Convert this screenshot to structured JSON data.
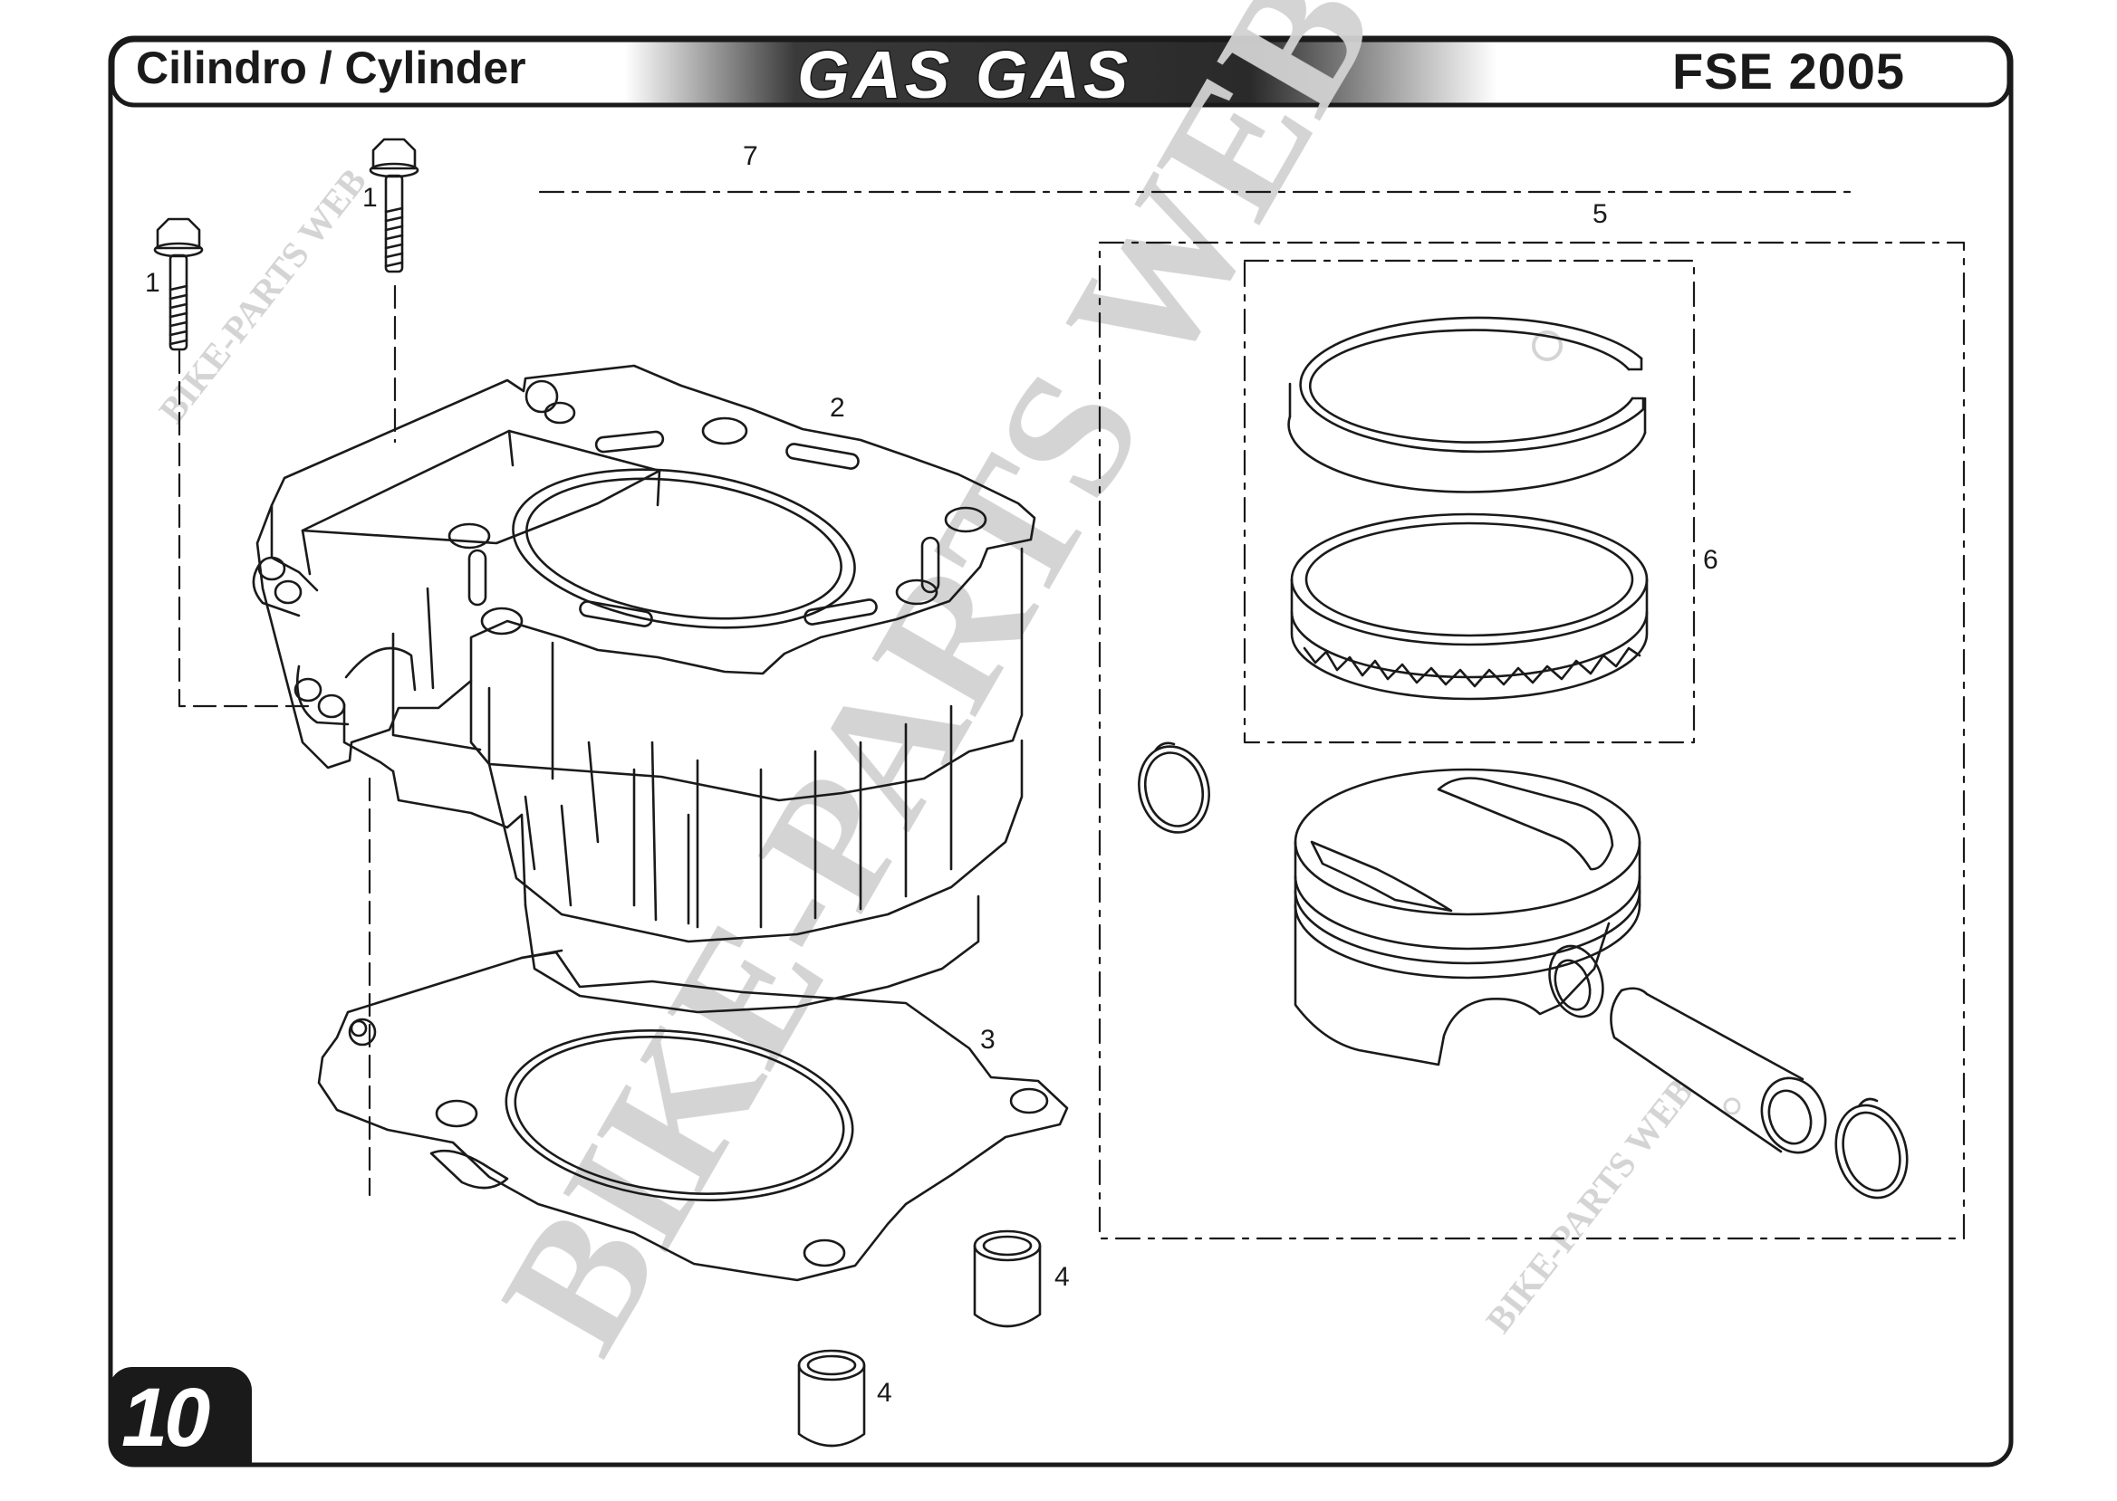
{
  "header": {
    "title": "Cilindro / Cylinder",
    "brand": "GAS GAS",
    "model": "FSE 2005"
  },
  "page_number": "10",
  "callouts": {
    "bolt_left": "1",
    "bolt_right": "1",
    "cylinder": "2",
    "gasket": "3",
    "dowel_upper": "4",
    "dowel_lower": "4",
    "piston_kit": "5",
    "ring_set": "6",
    "complete_kit": "7"
  },
  "watermark": {
    "main": "BIKE-PARTS WEB",
    "small_left": "BIKE-PARTS WEB",
    "small_right": "BIKE-PARTS WEB"
  }
}
